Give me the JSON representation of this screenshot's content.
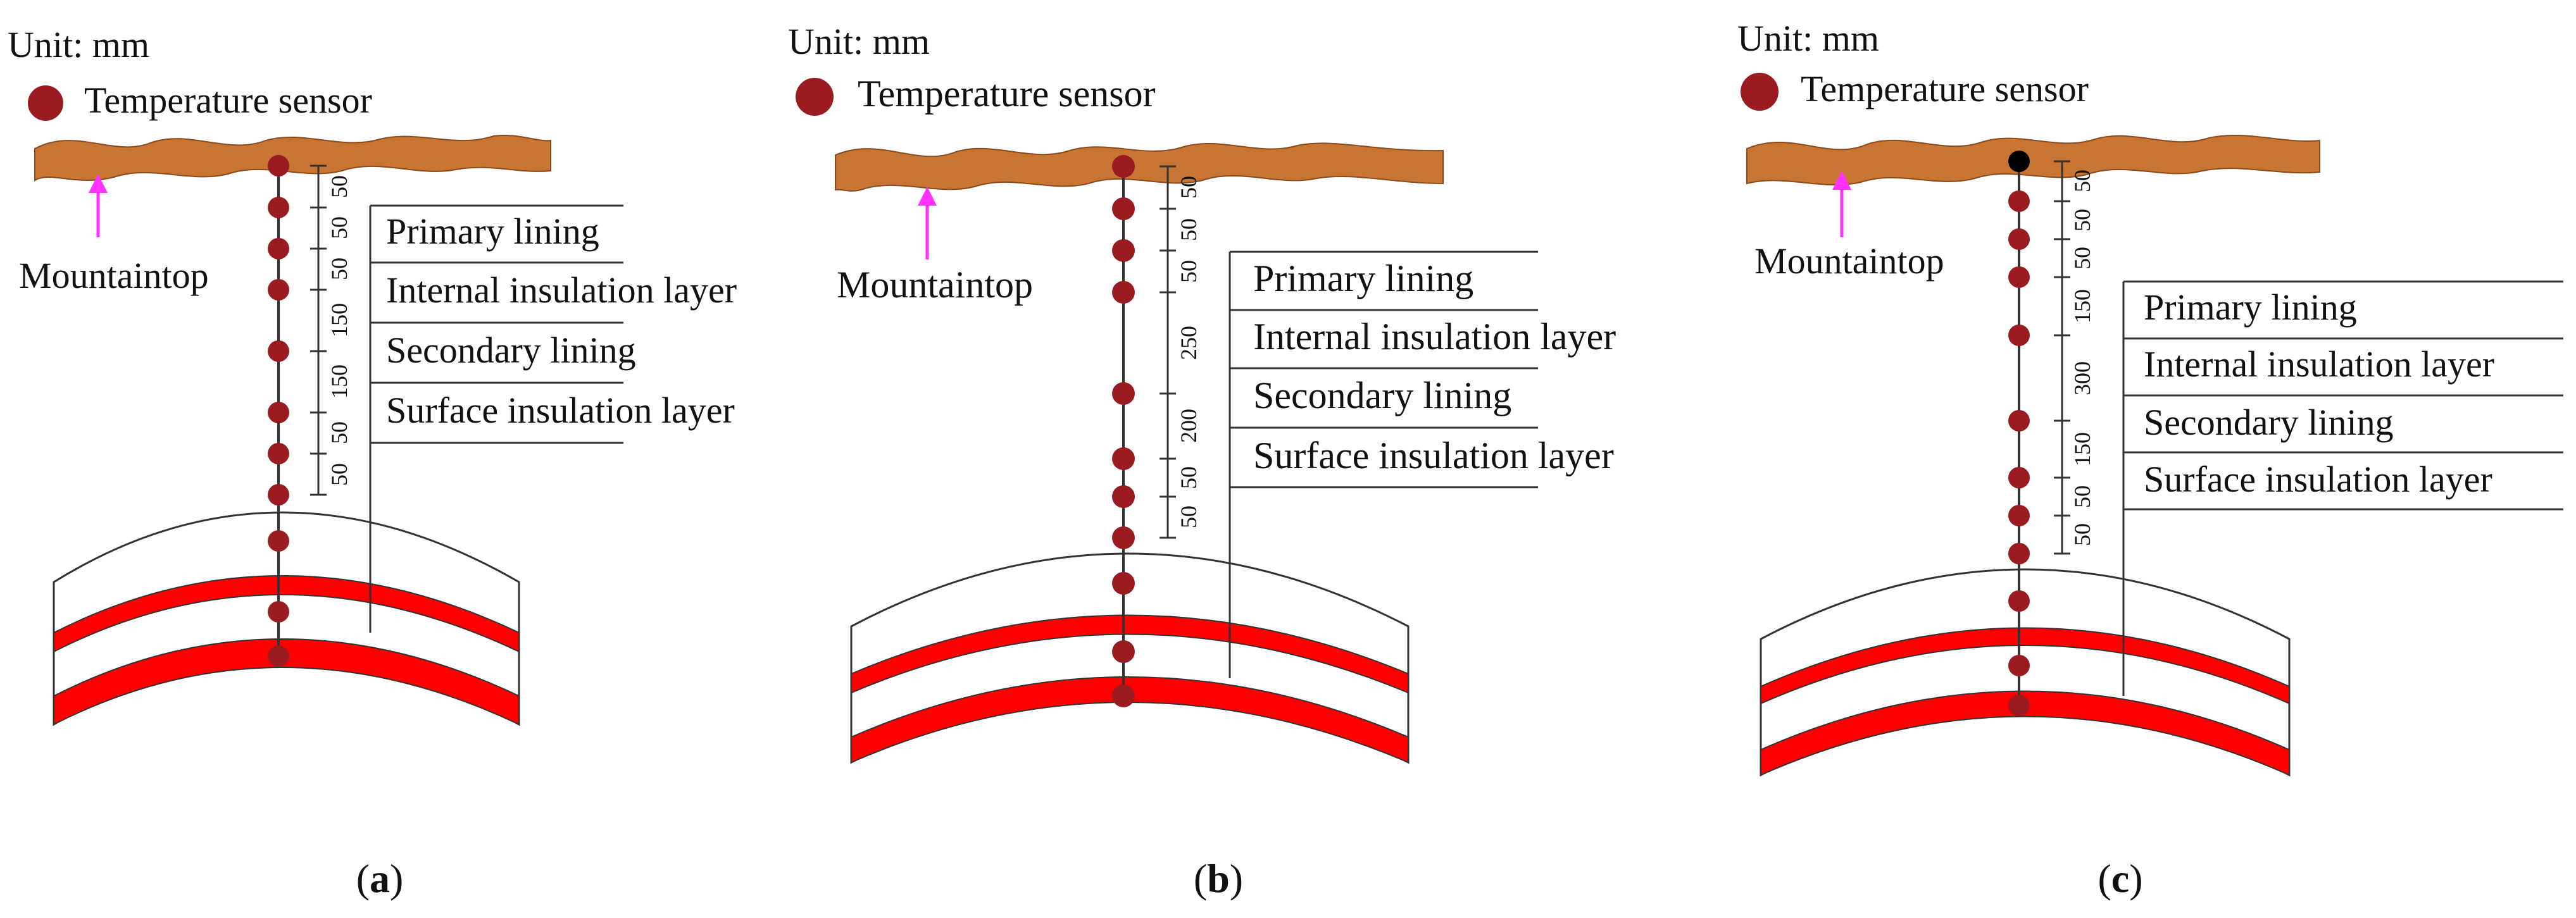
{
  "unit_text": "Unit: mm",
  "legend_text": "Temperature sensor",
  "mountaintop_text": "Mountaintop",
  "layer_labels": [
    "Primary lining",
    "Internal insulation layer",
    "Secondary lining",
    "Surface insulation layer"
  ],
  "colors": {
    "rock": "#c87533",
    "sensor": "#9b1c20",
    "lining_red": "#ff0000",
    "arrow": "#ff33ff",
    "line": "#333333"
  },
  "panels": [
    {
      "caption_open": "(",
      "caption_letter": "a",
      "caption_close": ")",
      "spacings": [
        "50",
        "50",
        "50",
        "150",
        "150",
        "50",
        "50"
      ]
    },
    {
      "caption_open": "(",
      "caption_letter": "b",
      "caption_close": ")",
      "spacings": [
        "50",
        "50",
        "50",
        "250",
        "200",
        "50",
        "50"
      ]
    },
    {
      "caption_open": "(",
      "caption_letter": "c",
      "caption_close": ")",
      "spacings": [
        "50",
        "50",
        "50",
        "150",
        "300",
        "150",
        "50",
        "50"
      ]
    }
  ]
}
